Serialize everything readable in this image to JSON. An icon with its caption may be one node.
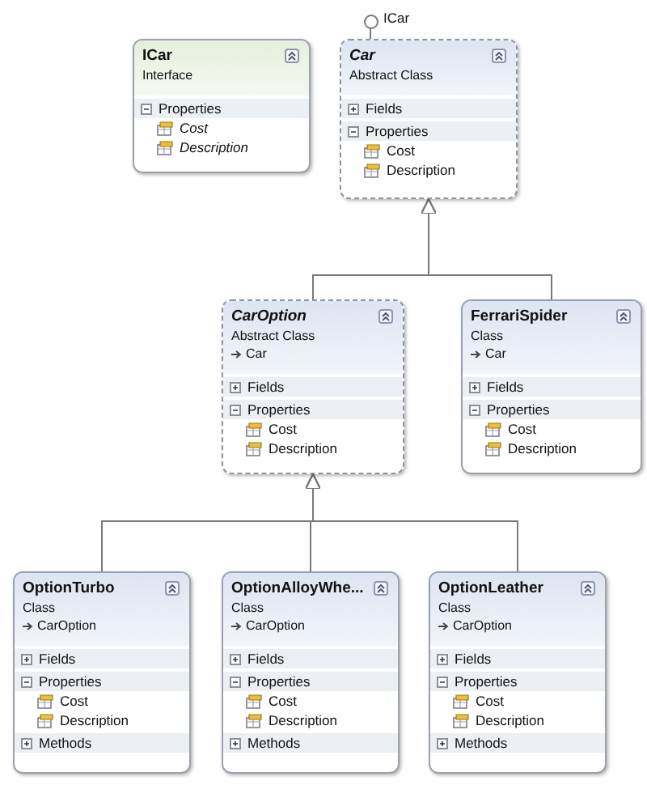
{
  "diagram": {
    "nodes": [
      {
        "text": [
          "ICar",
          "Interface",
          "Properties",
          "Cost",
          "Description"
        ]
      },
      {
        "text": [],
        "shape": "circle",
        "beside": [
          "ICar"
        ]
      },
      {
        "text": [
          "Car",
          "Abstract Class",
          "Fields",
          "Properties",
          "Cost",
          "Description"
        ]
      },
      {
        "text": [
          "CarOption",
          "Abstract Class",
          "Car",
          "Fields",
          "Properties",
          "Cost",
          "Description"
        ]
      },
      {
        "text": [
          "FerrariSpider",
          "Class",
          "Car",
          "Fields",
          "Properties",
          "Cost",
          "Description"
        ]
      },
      {
        "text": [
          "OptionTurbo",
          "Class",
          "CarOption",
          "Fields",
          "Properties",
          "Cost",
          "Description",
          "Methods"
        ]
      },
      {
        "text": [
          "OptionAlloyWhe...",
          "Class",
          "CarOption",
          "Fields",
          "Properties",
          "Cost",
          "Description",
          "Methods"
        ]
      },
      {
        "text": [
          "OptionLeather",
          "Class",
          "CarOption",
          "Fields",
          "Properties",
          "Cost",
          "Description",
          "Methods"
        ]
      }
    ],
    "edges": [
      {
        "from": 1,
        "to": 2,
        "arrow": "none"
      },
      {
        "from": 3,
        "to": 2,
        "arrow": "to"
      },
      {
        "from": 4,
        "to": 2,
        "arrow": "to"
      },
      {
        "from": 5,
        "to": 3,
        "arrow": "to"
      },
      {
        "from": 6,
        "to": 3,
        "arrow": "to"
      },
      {
        "from": 7,
        "to": 3,
        "arrow": "to"
      }
    ]
  }
}
